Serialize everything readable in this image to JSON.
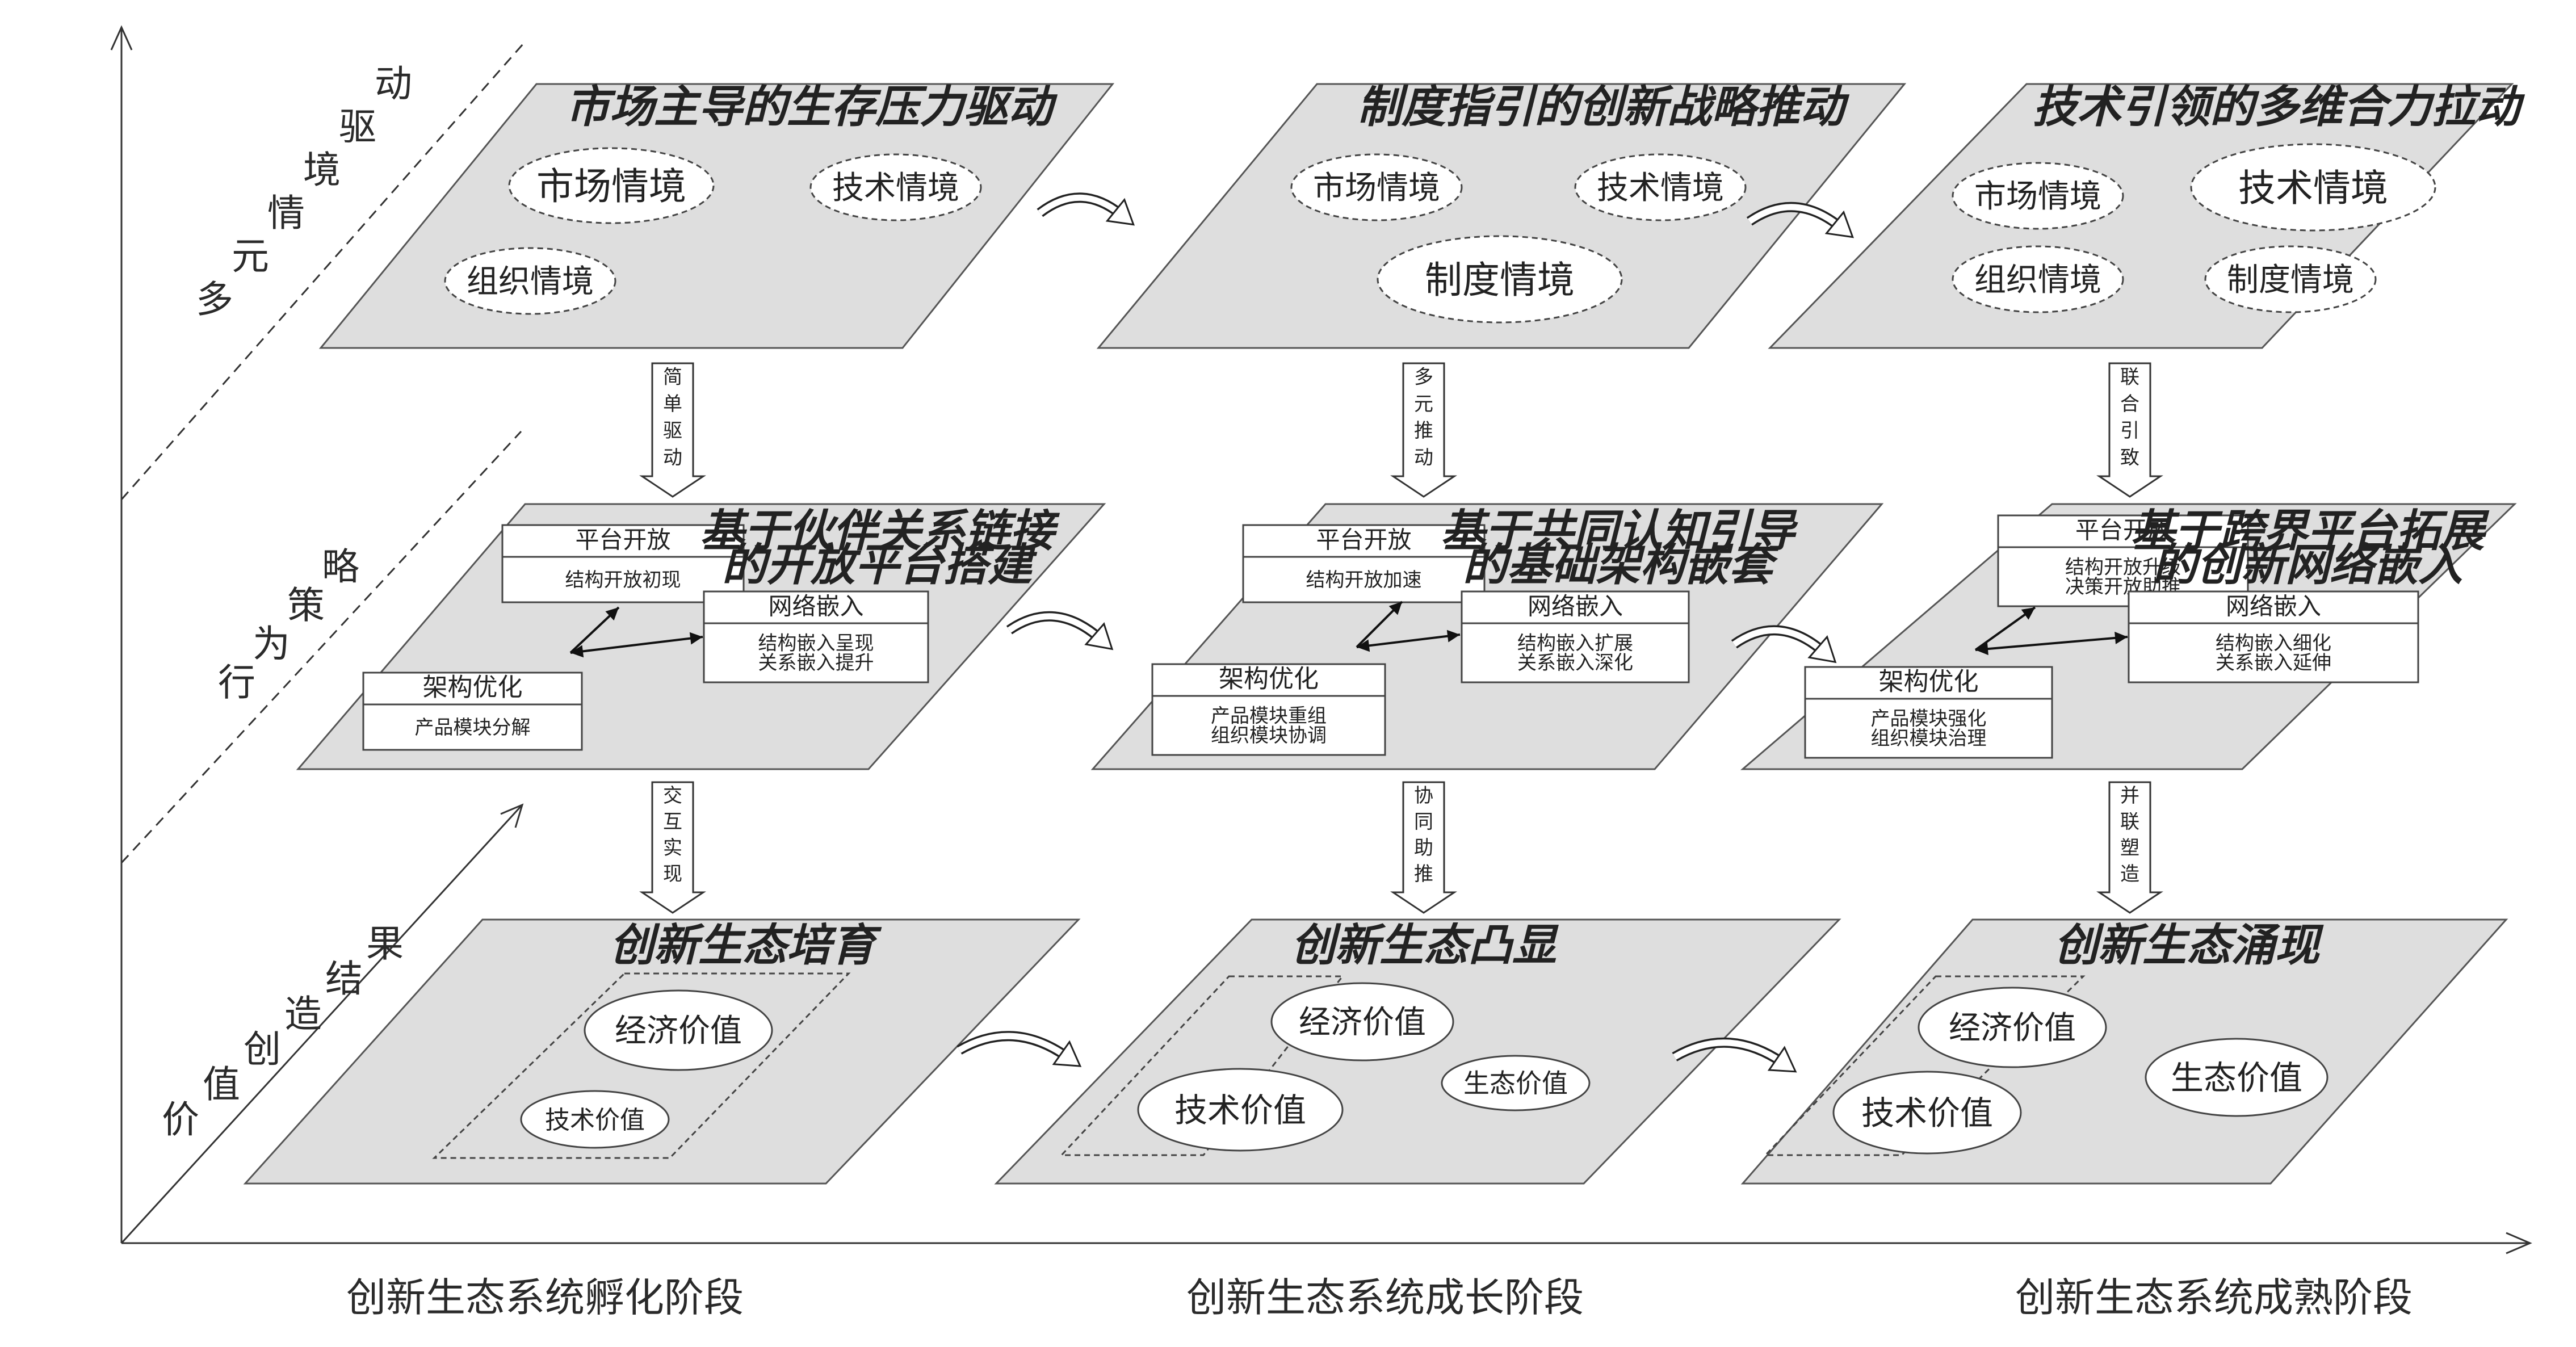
{
  "axes": {
    "y_axis_label_top": "多元情境驱动",
    "y_axis_label_mid": "行为策略",
    "y_axis_label_diag": "价值创造结果"
  },
  "stages": [
    "创新生态系统孵化阶段",
    "创新生态系统成长阶段",
    "创新生态系统成熟阶段"
  ],
  "context_layer": [
    {
      "title": "市场主导的生存压力驱动",
      "ellipses": [
        "市场情境",
        "技术情境",
        "组织情境"
      ]
    },
    {
      "title": "制度指引的创新战略推动",
      "ellipses": [
        "市场情境",
        "技术情境",
        "制度情境"
      ]
    },
    {
      "title": "技术引领的多维合力拉动",
      "ellipses": [
        "市场情境",
        "技术情境",
        "组织情境",
        "制度情境"
      ]
    }
  ],
  "arrows_top": [
    "简单驱动",
    "多元推动",
    "联合引致"
  ],
  "strategy_layer": [
    {
      "title_line1": "基于伙伴关系链接",
      "title_line2": "的开放平台搭建",
      "platform_open": {
        "header": "平台开放",
        "body": [
          "结构开放初现"
        ]
      },
      "network_embed": {
        "header": "网络嵌入",
        "body": [
          "结构嵌入呈现",
          "关系嵌入提升"
        ]
      },
      "arch_opt": {
        "header": "架构优化",
        "body": [
          "产品模块分解"
        ]
      }
    },
    {
      "title_line1": "基于共同认知引导",
      "title_line2": "的基础架构嵌套",
      "platform_open": {
        "header": "平台开放",
        "body": [
          "结构开放加速"
        ]
      },
      "network_embed": {
        "header": "网络嵌入",
        "body": [
          "结构嵌入扩展",
          "关系嵌入深化"
        ]
      },
      "arch_opt": {
        "header": "架构优化",
        "body": [
          "产品模块重组",
          "组织模块协调"
        ]
      }
    },
    {
      "title_line1": "基于跨界平台拓展",
      "title_line2": "的创新网络嵌入",
      "platform_open": {
        "header": "平台开放",
        "body": [
          "结构开放升级",
          "决策开放助推"
        ]
      },
      "network_embed": {
        "header": "网络嵌入",
        "body": [
          "结构嵌入细化",
          "关系嵌入延伸"
        ]
      },
      "arch_opt": {
        "header": "架构优化",
        "body": [
          "产品模块强化",
          "组织模块治理"
        ]
      }
    }
  ],
  "arrows_bottom": [
    "交互实现",
    "协同助推",
    "并联塑造"
  ],
  "value_layer": [
    {
      "title": "创新生态培育",
      "ellipses": [
        "经济价值",
        "技术价值"
      ]
    },
    {
      "title": "创新生态凸显",
      "ellipses": [
        "经济价值",
        "技术价值",
        "生态价值"
      ]
    },
    {
      "title": "创新生态涌现",
      "ellipses": [
        "经济价值",
        "技术价值",
        "生态价值"
      ]
    }
  ],
  "colors": {
    "panel_fill": "#dedede",
    "panel_stroke": "#555555",
    "box_fill": "#ffffff"
  }
}
